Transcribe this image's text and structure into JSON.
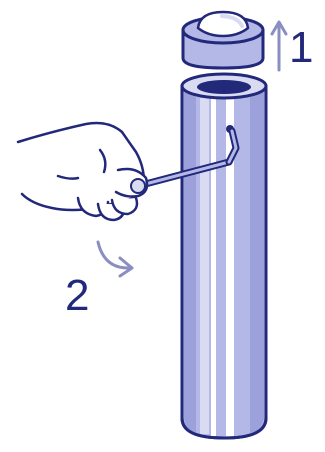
{
  "steps": [
    {
      "number": "1",
      "action": "lift-cap-up"
    },
    {
      "number": "2",
      "action": "turn-hex-key"
    }
  ],
  "colors": {
    "outline": "#22287a",
    "tube_fill": "#b4b8e6",
    "tube_dark": "#8a90d2",
    "tube_light": "#d9dbf3",
    "highlight": "#ffffff",
    "cap_fill": "#b4b8e6",
    "hand_fill": "#ffffff",
    "arrow": "#8a8ec0",
    "label": "#22287a"
  },
  "icons": [
    "cap-icon",
    "tube-icon",
    "hand-icon",
    "hex-key-icon",
    "up-arrow-icon",
    "curved-arrow-icon"
  ]
}
